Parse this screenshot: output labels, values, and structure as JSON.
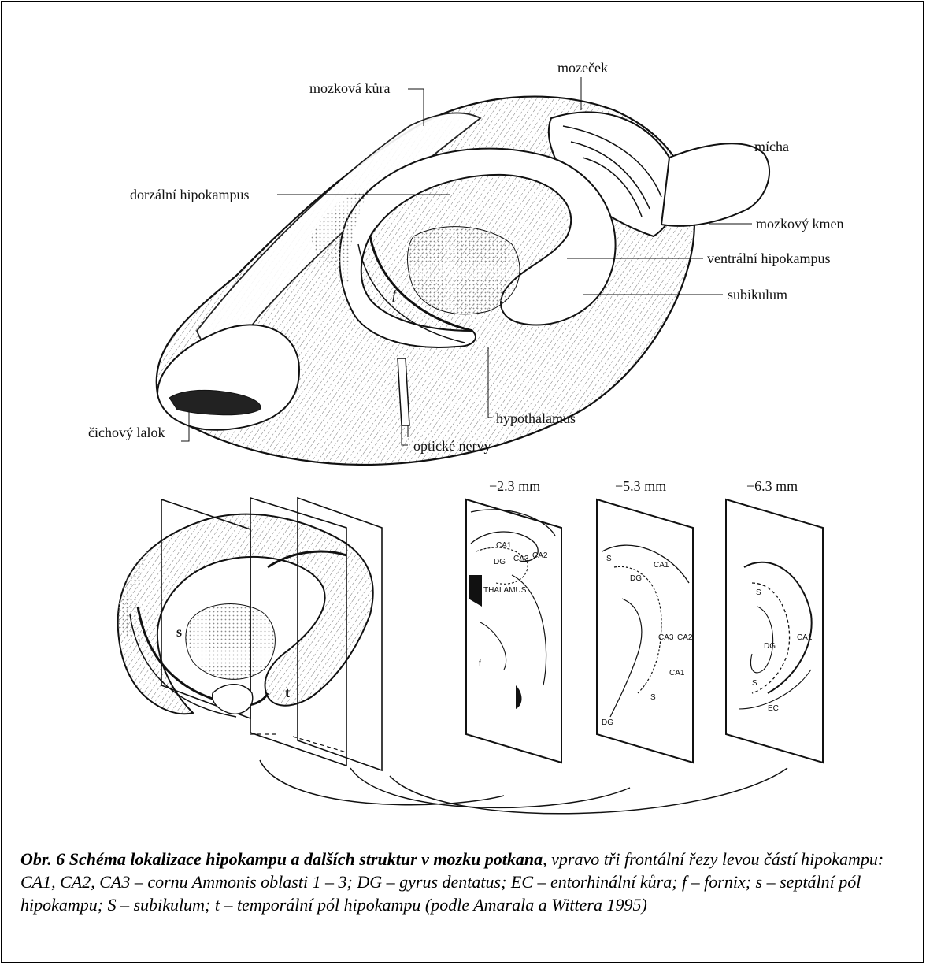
{
  "labels": {
    "mozkova_kura": "mozková kůra",
    "mozecek": "mozeček",
    "micha": "mícha",
    "dorzalni_hipokampus": "dorzální hipokampus",
    "mozkovy_kmen": "mozkový kmen",
    "ventralni_hipokampus": "ventrální hipokampus",
    "subikulum": "subikulum",
    "hypothalamus": "hypothalamus",
    "cichovy_lalok": "čichový lalok",
    "opticke_nervy": "optické nervy",
    "f": "f",
    "s": "s",
    "t": "t"
  },
  "sections": [
    {
      "depth": "−2.3 mm",
      "labels": [
        "CA1",
        "CA3",
        "CA2",
        "DG",
        "THALAMUS",
        "f"
      ]
    },
    {
      "depth": "−5.3 mm",
      "labels": [
        "S",
        "CA1",
        "DG",
        "CA3",
        "CA2",
        "CA1",
        "S",
        "DG"
      ]
    },
    {
      "depth": "−6.3 mm",
      "labels": [
        "S",
        "CA1",
        "DG",
        "S",
        "EC"
      ]
    }
  ],
  "caption": {
    "bold": "Obr. 6 Schéma lokalizace hipokampu a dalších struktur v mozku potkana",
    "text": ", vpravo tři frontální řezy levou částí hipokampu: CA1, CA2, CA3 – cornu Ammonis oblasti 1 – 3; DG – gyrus dentatus; EC – entorhinální kůra; f – fornix; s – septální pól hipokampu; S – subikulum; t – temporální pól hipokampu (podle Amarala a Wittera 1995)"
  },
  "colors": {
    "ink": "#111111",
    "stipple": "#bdbdbd",
    "paper": "#ffffff"
  }
}
